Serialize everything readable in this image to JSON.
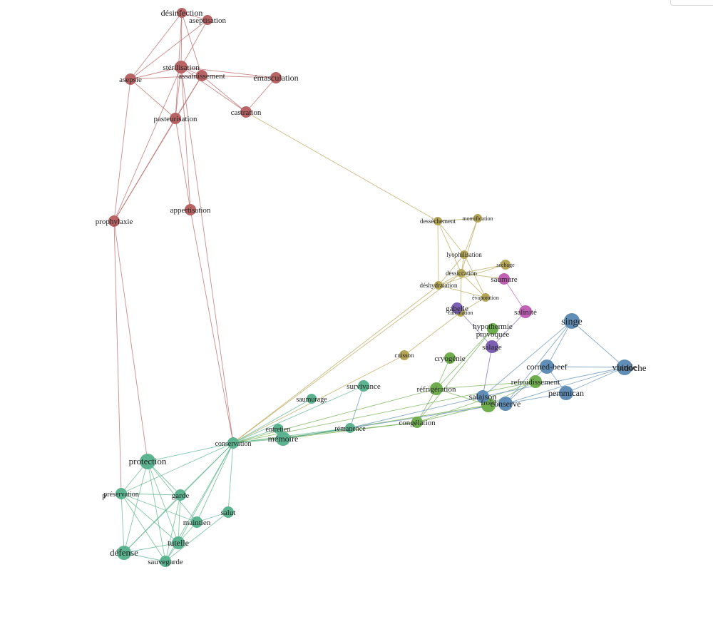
{
  "clusters": {
    "red": {
      "color": "#b86464"
    },
    "yellow": {
      "color": "#b5a657"
    },
    "pink": {
      "color": "#c061b6"
    },
    "purple": {
      "color": "#7b5fb3"
    },
    "green": {
      "color": "#6fad4f"
    },
    "teal": {
      "color": "#5bb38f"
    },
    "blue": {
      "color": "#5f8db5"
    }
  },
  "nodes": [
    {
      "id": "desinfection",
      "label": "désinfection",
      "cluster": "red"
    },
    {
      "id": "aseptisation",
      "label": "aseptisation",
      "cluster": "red"
    },
    {
      "id": "sterilisation",
      "label": "stérilisation",
      "cluster": "red"
    },
    {
      "id": "assainissement",
      "label": "assainissement",
      "cluster": "red"
    },
    {
      "id": "asepsie",
      "label": "asepsie",
      "cluster": "red"
    },
    {
      "id": "emasculation",
      "label": "émasculation",
      "cluster": "red"
    },
    {
      "id": "castration",
      "label": "castration",
      "cluster": "red"
    },
    {
      "id": "pasteurisation",
      "label": "pasteurisation",
      "cluster": "red"
    },
    {
      "id": "appertisation",
      "label": "appertisation",
      "cluster": "red"
    },
    {
      "id": "prophylaxie",
      "label": "prophylaxie",
      "cluster": "red"
    },
    {
      "id": "dessechement",
      "label": "dessèchement",
      "cluster": "yellow"
    },
    {
      "id": "momification",
      "label": "momification",
      "cluster": "yellow"
    },
    {
      "id": "lyophilisation",
      "label": "lyophilisation",
      "cluster": "yellow"
    },
    {
      "id": "sechage",
      "label": "séchage",
      "cluster": "yellow"
    },
    {
      "id": "dessiccation",
      "label": "dessiccation",
      "cluster": "yellow"
    },
    {
      "id": "deshydratation",
      "label": "déshydratation",
      "cluster": "yellow"
    },
    {
      "id": "evaporation",
      "label": "évaporation",
      "cluster": "yellow"
    },
    {
      "id": "calcination",
      "label": "calcination",
      "cluster": "yellow"
    },
    {
      "id": "cuisson",
      "label": "cuisson",
      "cluster": "yellow"
    },
    {
      "id": "saumure",
      "label": "saumure",
      "cluster": "pink"
    },
    {
      "id": "salinite",
      "label": "salinité",
      "cluster": "pink"
    },
    {
      "id": "gabelle",
      "label": "gabelle",
      "cluster": "purple"
    },
    {
      "id": "salage",
      "label": "salage",
      "cluster": "purple"
    },
    {
      "id": "hypothermie",
      "label": "hypothermie provoquée",
      "cluster": "green"
    },
    {
      "id": "cryogenie",
      "label": "cryogénie",
      "cluster": "green"
    },
    {
      "id": "refrigeration",
      "label": "réfrigération",
      "cluster": "green"
    },
    {
      "id": "refroidissement",
      "label": "refroidissement",
      "cluster": "green"
    },
    {
      "id": "froid",
      "label": "froid",
      "cluster": "green"
    },
    {
      "id": "congelation",
      "label": "congélation",
      "cluster": "green"
    },
    {
      "id": "salaison",
      "label": "salaison",
      "cluster": "blue"
    },
    {
      "id": "conserve",
      "label": "conserve",
      "cluster": "blue"
    },
    {
      "id": "singe",
      "label": "singe",
      "cluster": "blue"
    },
    {
      "id": "corned-beef",
      "label": "corned-beef",
      "cluster": "blue"
    },
    {
      "id": "viande",
      "label": "viande",
      "cluster": "blue"
    },
    {
      "id": "bidoche",
      "label": "bidoche",
      "cluster": "blue"
    },
    {
      "id": "pemmican",
      "label": "pemmican",
      "cluster": "blue"
    },
    {
      "id": "survivance",
      "label": "survivance",
      "cluster": "teal"
    },
    {
      "id": "saumurage",
      "label": "saumurage",
      "cluster": "teal"
    },
    {
      "id": "entretien",
      "label": "entretien",
      "cluster": "teal"
    },
    {
      "id": "memoire",
      "label": "mémoire",
      "cluster": "teal"
    },
    {
      "id": "remanence",
      "label": "rémanence",
      "cluster": "teal"
    },
    {
      "id": "conservation",
      "label": "conservation",
      "cluster": "teal"
    },
    {
      "id": "protection",
      "label": "protection",
      "cluster": "teal"
    },
    {
      "id": "preservation",
      "label": "préservation",
      "cluster": "teal"
    },
    {
      "id": "preservation-2",
      "label": "p",
      "cluster": "teal"
    },
    {
      "id": "garde",
      "label": "garde",
      "cluster": "teal"
    },
    {
      "id": "salut",
      "label": "salut",
      "cluster": "teal"
    },
    {
      "id": "maintien",
      "label": "maintien",
      "cluster": "teal"
    },
    {
      "id": "tutelle",
      "label": "tutelle",
      "cluster": "teal"
    },
    {
      "id": "defense",
      "label": "défense",
      "cluster": "teal"
    },
    {
      "id": "sauvegarde",
      "label": "sauvegarde",
      "cluster": "teal"
    }
  ],
  "edges": [
    [
      "desinfection",
      "sterilisation",
      "red"
    ],
    [
      "desinfection",
      "asepsie",
      "red"
    ],
    [
      "desinfection",
      "assainissement",
      "red"
    ],
    [
      "desinfection",
      "pasteurisation",
      "red"
    ],
    [
      "desinfection",
      "aseptisation",
      "red"
    ],
    [
      "aseptisation",
      "sterilisation",
      "red"
    ],
    [
      "aseptisation",
      "asepsie",
      "red"
    ],
    [
      "sterilisation",
      "asepsie",
      "red"
    ],
    [
      "sterilisation",
      "assainissement",
      "red"
    ],
    [
      "sterilisation",
      "emasculation",
      "red"
    ],
    [
      "sterilisation",
      "castration",
      "red"
    ],
    [
      "sterilisation",
      "pasteurisation",
      "red"
    ],
    [
      "sterilisation",
      "appertisation",
      "red"
    ],
    [
      "sterilisation",
      "prophylaxie",
      "red"
    ],
    [
      "assainissement",
      "asepsie",
      "red"
    ],
    [
      "assainissement",
      "pasteurisation",
      "red"
    ],
    [
      "assainissement",
      "emasculation",
      "red"
    ],
    [
      "assainissement",
      "castration",
      "red"
    ],
    [
      "assainissement",
      "prophylaxie",
      "red"
    ],
    [
      "asepsie",
      "pasteurisation",
      "red"
    ],
    [
      "emasculation",
      "castration",
      "red"
    ],
    [
      "pasteurisation",
      "appertisation",
      "red"
    ],
    [
      "pasteurisation",
      "prophylaxie",
      "red"
    ],
    [
      "asepsie",
      "prophylaxie",
      "red"
    ],
    [
      "castration",
      "dessechement",
      "yellow"
    ],
    [
      "prophylaxie",
      "protection",
      "red"
    ],
    [
      "prophylaxie",
      "preservation",
      "red"
    ],
    [
      "sterilisation",
      "conservation",
      "red"
    ],
    [
      "appertisation",
      "conservation",
      "red"
    ],
    [
      "dessechement",
      "momification",
      "yellow"
    ],
    [
      "dessechement",
      "lyophilisation",
      "yellow"
    ],
    [
      "dessechement",
      "dessiccation",
      "yellow"
    ],
    [
      "dessechement",
      "deshydratation",
      "yellow"
    ],
    [
      "momification",
      "dessiccation",
      "yellow"
    ],
    [
      "momification",
      "lyophilisation",
      "yellow"
    ],
    [
      "lyophilisation",
      "dessiccation",
      "yellow"
    ],
    [
      "lyophilisation",
      "deshydratation",
      "yellow"
    ],
    [
      "lyophilisation",
      "evaporation",
      "yellow"
    ],
    [
      "dessiccation",
      "sechage",
      "yellow"
    ],
    [
      "dessiccation",
      "deshydratation",
      "yellow"
    ],
    [
      "dessiccation",
      "evaporation",
      "yellow"
    ],
    [
      "sechage",
      "deshydratation",
      "yellow"
    ],
    [
      "deshydratation",
      "evaporation",
      "yellow"
    ],
    [
      "deshydratation",
      "conservation",
      "yellow"
    ],
    [
      "dessiccation",
      "conservation",
      "yellow"
    ],
    [
      "evaporation",
      "calcination",
      "yellow"
    ],
    [
      "calcination",
      "cuisson",
      "yellow"
    ],
    [
      "cuisson",
      "conservation",
      "yellow"
    ],
    [
      "dessiccation",
      "calcination",
      "yellow"
    ],
    [
      "dessiccation",
      "saumure",
      "yellow"
    ],
    [
      "saumure",
      "salinite",
      "pink"
    ],
    [
      "salinite",
      "salage",
      "purple"
    ],
    [
      "gabelle",
      "salage",
      "purple"
    ],
    [
      "gabelle",
      "calcination",
      "purple"
    ],
    [
      "salage",
      "salaison",
      "purple"
    ],
    [
      "hypothermie",
      "refrigeration",
      "green"
    ],
    [
      "cryogenie",
      "refrigeration",
      "green"
    ],
    [
      "refrigeration",
      "refroidissement",
      "green"
    ],
    [
      "refrigeration",
      "froid",
      "green"
    ],
    [
      "refrigeration",
      "congelation",
      "green"
    ],
    [
      "refrigeration",
      "conservation",
      "green"
    ],
    [
      "refroidissement",
      "froid",
      "green"
    ],
    [
      "refroidissement",
      "congelation",
      "green"
    ],
    [
      "froid",
      "congelation",
      "green"
    ],
    [
      "congelation",
      "conservation",
      "green"
    ],
    [
      "congelation",
      "memoire",
      "green"
    ],
    [
      "hypothermie",
      "congelation",
      "green"
    ],
    [
      "refroidissement",
      "conservation",
      "green"
    ],
    [
      "froid",
      "memoire",
      "green"
    ],
    [
      "salaison",
      "conserve",
      "blue"
    ],
    [
      "salaison",
      "singe",
      "blue"
    ],
    [
      "salaison",
      "viande",
      "blue"
    ],
    [
      "conserve",
      "corned-beef",
      "blue"
    ],
    [
      "conserve",
      "viande",
      "blue"
    ],
    [
      "conserve",
      "pemmican",
      "blue"
    ],
    [
      "singe",
      "corned-beef",
      "blue"
    ],
    [
      "singe",
      "viande",
      "blue"
    ],
    [
      "corned-beef",
      "viande",
      "blue"
    ],
    [
      "corned-beef",
      "pemmican",
      "blue"
    ],
    [
      "viande",
      "pemmican",
      "blue"
    ],
    [
      "conserve",
      "memoire",
      "blue"
    ],
    [
      "salaison",
      "remanence",
      "blue"
    ],
    [
      "singe",
      "conserve",
      "blue"
    ],
    [
      "remanence",
      "survivance",
      "blue"
    ],
    [
      "survivance",
      "conservation",
      "teal"
    ],
    [
      "saumurage",
      "conservation",
      "teal"
    ],
    [
      "entretien",
      "conservation",
      "teal"
    ],
    [
      "memoire",
      "conservation",
      "teal"
    ],
    [
      "remanence",
      "conservation",
      "teal"
    ],
    [
      "remanence",
      "memoire",
      "teal"
    ],
    [
      "conservation",
      "protection",
      "teal"
    ],
    [
      "conservation",
      "preservation",
      "teal"
    ],
    [
      "conservation",
      "garde",
      "teal"
    ],
    [
      "conservation",
      "salut",
      "teal"
    ],
    [
      "conservation",
      "maintien",
      "teal"
    ],
    [
      "conservation",
      "tutelle",
      "teal"
    ],
    [
      "conservation",
      "defense",
      "teal"
    ],
    [
      "conservation",
      "sauvegarde",
      "teal"
    ],
    [
      "protection",
      "preservation",
      "teal"
    ],
    [
      "protection",
      "garde",
      "teal"
    ],
    [
      "protection",
      "maintien",
      "teal"
    ],
    [
      "protection",
      "tutelle",
      "teal"
    ],
    [
      "protection",
      "defense",
      "teal"
    ],
    [
      "protection",
      "sauvegarde",
      "teal"
    ],
    [
      "preservation",
      "garde",
      "teal"
    ],
    [
      "preservation",
      "maintien",
      "teal"
    ],
    [
      "preservation",
      "tutelle",
      "teal"
    ],
    [
      "preservation",
      "defense",
      "teal"
    ],
    [
      "preservation",
      "sauvegarde",
      "teal"
    ],
    [
      "garde",
      "tutelle",
      "teal"
    ],
    [
      "garde",
      "sauvegarde",
      "teal"
    ],
    [
      "garde",
      "defense",
      "teal"
    ],
    [
      "maintien",
      "tutelle",
      "teal"
    ],
    [
      "maintien",
      "salut",
      "teal"
    ],
    [
      "tutelle",
      "defense",
      "teal"
    ],
    [
      "tutelle",
      "sauvegarde",
      "teal"
    ],
    [
      "defense",
      "sauvegarde",
      "teal"
    ],
    [
      "salut",
      "sauvegarde",
      "teal"
    ],
    [
      "entretien",
      "memoire",
      "teal"
    ]
  ]
}
